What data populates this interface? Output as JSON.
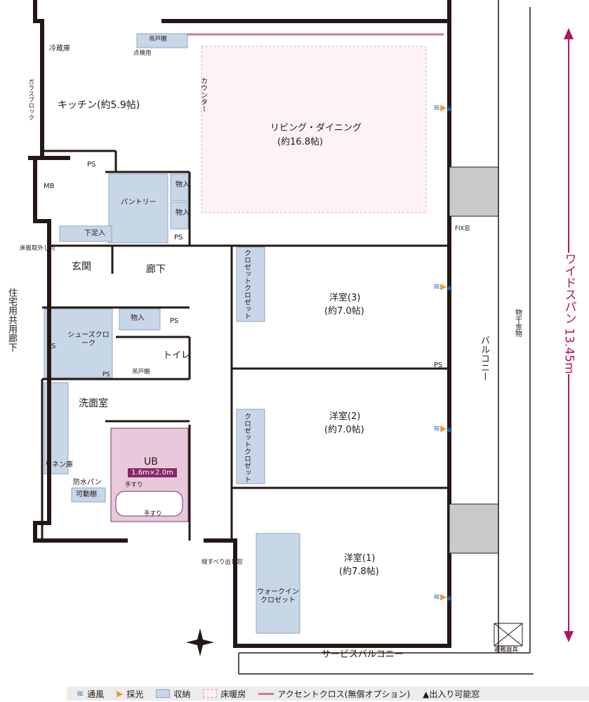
{
  "rooms": {
    "refrigerator": "冷蔵庫",
    "hanging_shelf_kitchen": "吊戸棚",
    "inspection_port": "点検用",
    "glass_block": "ガラスブロック",
    "counter": "カウンター",
    "kitchen": "キッチン(約5.9帖)",
    "living": "リビング・ダイニング",
    "living_size": "(約16.8帖)",
    "ps": "PS",
    "mb": "MB",
    "pantry": "パントリー",
    "storage": "物入",
    "shoe_rack": "下足入",
    "floor_panel": "床板取外し可",
    "entrance": "玄関",
    "corridor": "廊下",
    "shoes_cloak": "シューズクローク",
    "toilet": "トイレ",
    "hanging_shelf_toilet": "吊戸棚",
    "washroom": "洗面室",
    "ub": "UB",
    "ub_size": "1.6m×2.0m",
    "handrail": "手すり",
    "linen": "リネン庫",
    "waterproof_pan": "防水パン",
    "movable_shelf": "可動棚",
    "closet": "クロゼット",
    "western3": "洋室(3)",
    "western3_size": "(約7.0帖)",
    "western2": "洋室(2)",
    "western2_size": "(約7.0帖)",
    "western1": "洋室(1)",
    "western1_size": "(約7.8帖)",
    "walkin": "ウォークイン\nクロゼット",
    "fix_window": "FIX窓",
    "drying": "物干金物",
    "balcony": "バルコニー",
    "slide_window": "縦すべり出し窓",
    "service_balcony": "サービスバルコニー",
    "evacuation": "避難器具",
    "common_corridor": "住宅用共用廊下",
    "wide_span": "ワイドスパン 13.45m"
  },
  "legend": {
    "ventilation": "通風",
    "lighting": "採光",
    "storage": "収納",
    "floor_heating": "床暖房",
    "accent": "アクセントクロス(無償オプション)",
    "access_window": "▲出入り可能窓"
  },
  "colors": {
    "wall": "#231815",
    "storage_fill": "#c8d7e8",
    "ub_fill": "#e8c9dc",
    "heat_dots": "#e3a7bd",
    "accent_line": "#c57a9b",
    "span_arrow": "#b0155d",
    "ventilation": "#2a7cc7",
    "lighting": "#e89b3b"
  }
}
